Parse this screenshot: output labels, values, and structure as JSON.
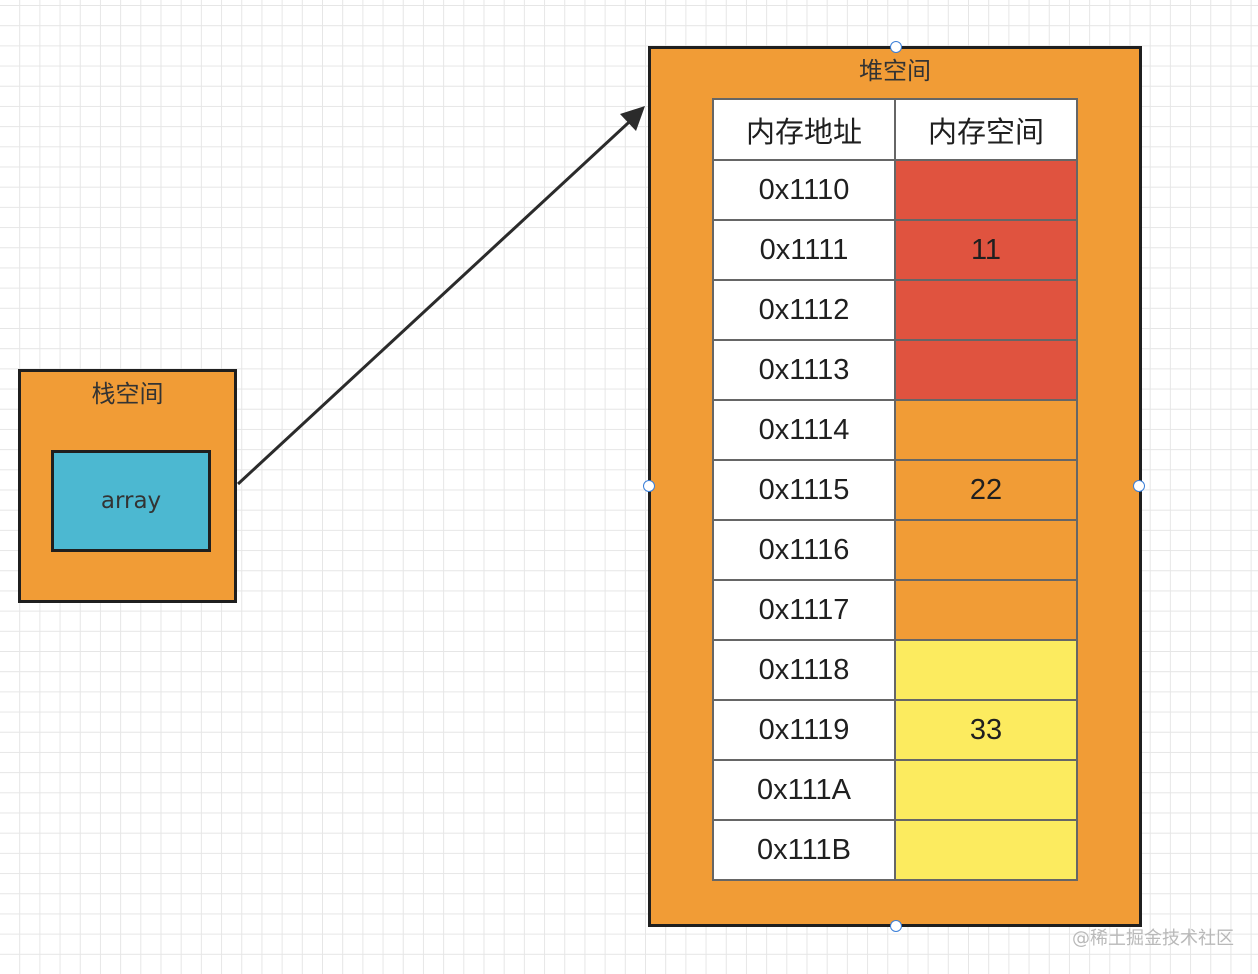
{
  "stack": {
    "title": "栈空间",
    "variable": "array",
    "fill_color": "#f19c36",
    "variable_color": "#4cb8d1"
  },
  "heap": {
    "title": "堆空间",
    "fill_color": "#f19c36",
    "table": {
      "headers": [
        "内存地址",
        "内存空间"
      ],
      "rows": [
        {
          "address": "0x1110",
          "value": "",
          "color": "#e0533f"
        },
        {
          "address": "0x1111",
          "value": "11",
          "color": "#e0533f"
        },
        {
          "address": "0x1112",
          "value": "",
          "color": "#e0533f"
        },
        {
          "address": "0x1113",
          "value": "",
          "color": "#e0533f"
        },
        {
          "address": "0x1114",
          "value": "",
          "color": "#f19c36"
        },
        {
          "address": "0x1115",
          "value": "22",
          "color": "#f19c36"
        },
        {
          "address": "0x1116",
          "value": "",
          "color": "#f19c36"
        },
        {
          "address": "0x1117",
          "value": "",
          "color": "#f19c36"
        },
        {
          "address": "0x1118",
          "value": "",
          "color": "#fceb5f"
        },
        {
          "address": "0x1119",
          "value": "33",
          "color": "#fceb5f"
        },
        {
          "address": "0x111A",
          "value": "",
          "color": "#fceb5f"
        },
        {
          "address": "0x111B",
          "value": "",
          "color": "#fceb5f"
        }
      ]
    }
  },
  "watermark": "@稀土掘金技术社区"
}
